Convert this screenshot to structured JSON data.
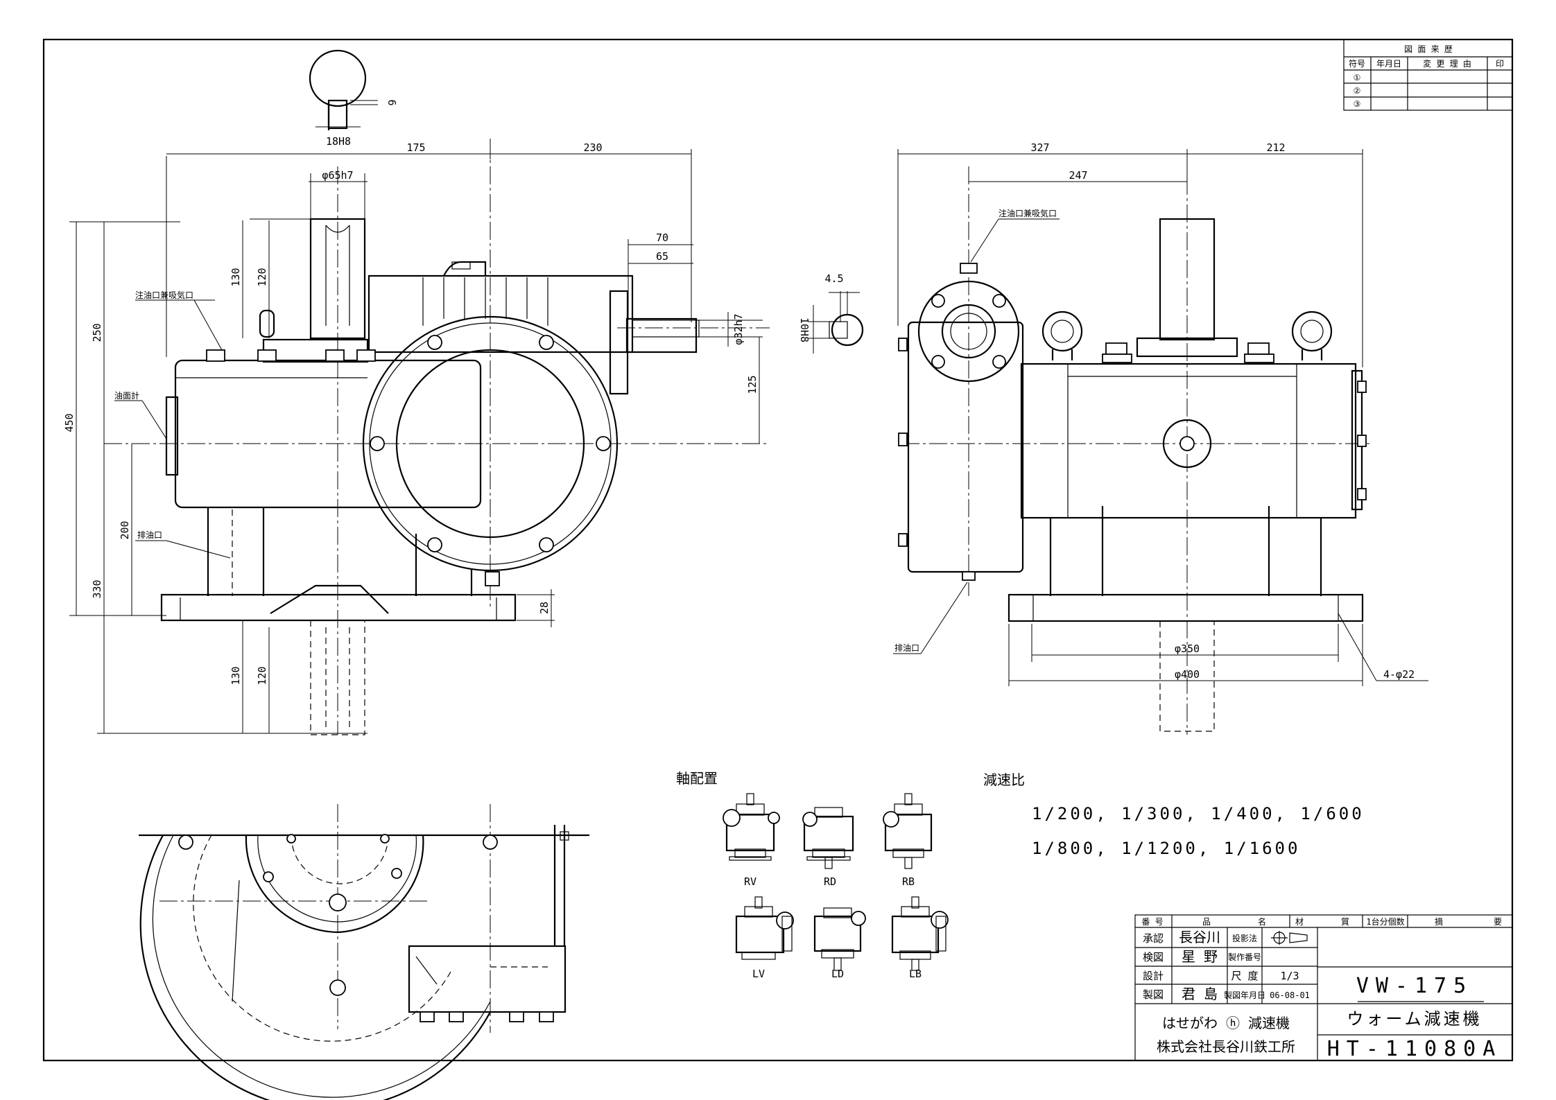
{
  "revision_block": {
    "title": "図 面 来 歴",
    "headers": [
      "符号",
      "年月日",
      "変 更 理 由",
      "印"
    ],
    "rows": [
      "①",
      "②",
      "③"
    ]
  },
  "dimensions": {
    "key_w": "18H8",
    "key_d": "6",
    "d175": "175",
    "d230": "230",
    "shaft_dia": "φ65h7",
    "d130": "130",
    "d120": "120",
    "d250": "250",
    "d450": "450",
    "d200": "200",
    "d330": "330",
    "d70": "70",
    "d65": "65",
    "d32": "φ32h7",
    "d125": "125",
    "d28": "28",
    "d130b": "130",
    "d120b": "120",
    "d45": "4.5",
    "d10": "10H8",
    "d327": "327",
    "d212": "212",
    "d247": "247",
    "d350": "φ350",
    "d400": "φ400",
    "holes": "4-φ22"
  },
  "labels": {
    "oil_fill_left": "注油口兼吸気口",
    "oil_gauge": "油面計",
    "drain_left": "排油口",
    "oil_fill_right": "注油口兼吸気口",
    "drain_right": "排油口"
  },
  "shaft_arrangement": {
    "title": "軸配置",
    "items": [
      "RV",
      "RD",
      "RB",
      "LV",
      "LD",
      "LB"
    ]
  },
  "reduction": {
    "title": "減速比",
    "line1": "1/200, 1/300, 1/400, 1/600",
    "line2": "1/800, 1/1200, 1/1600"
  },
  "title_block": {
    "h_no": "番 号",
    "h_name": "品",
    "h_name2": "名",
    "h_mat": "材",
    "h_qual": "質",
    "h_qty": "1台分個数",
    "h_note": "摘",
    "h_note2": "要",
    "approve_l": "承認",
    "approve_v": "長谷川",
    "check_l": "検図",
    "check_v": "星 野",
    "design_l": "設計",
    "draw_l": "製図",
    "draw_v": "君 島",
    "proj_l": "投影法",
    "mfg_no_l": "製作番号",
    "scale_l": "尺 度",
    "scale_v": "1/3",
    "date_l": "製図年月日",
    "date_v": "06-08-01",
    "brand": "はせがわ ⓗ 減速機",
    "company": "株式会社長谷川鉄工所",
    "model": "VW-175",
    "product": "ウォーム減速機",
    "drawing_no": "HT-11080A"
  }
}
